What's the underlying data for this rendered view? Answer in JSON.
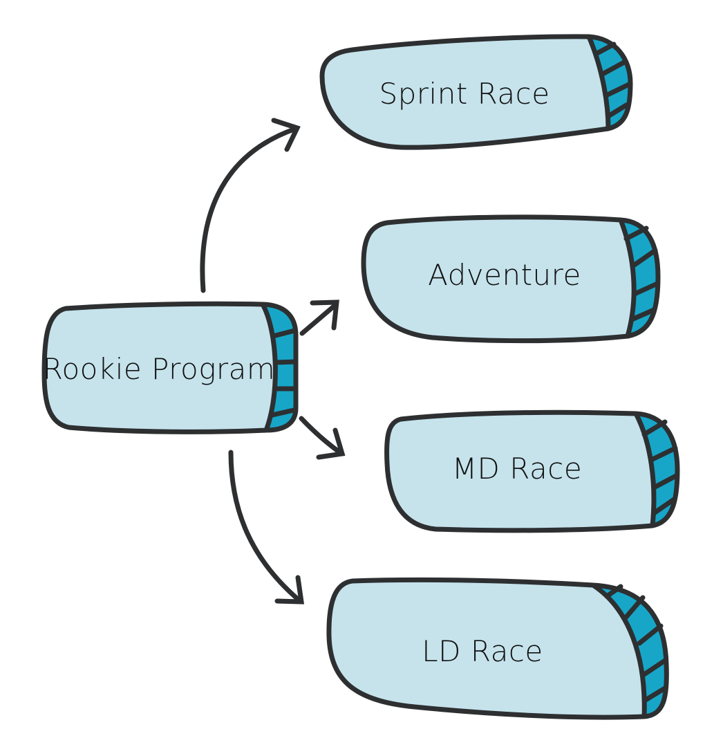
{
  "diagram": {
    "title": "",
    "colors": {
      "box_fill": "#c6e3ec",
      "accent_fill": "#17a6c8",
      "stroke": "#2d2f31",
      "text": "#111111",
      "background": "#ffffff"
    },
    "root": {
      "id": "rookie",
      "label": "Rookie Program"
    },
    "children": [
      {
        "id": "sprint",
        "label": "Sprint Race"
      },
      {
        "id": "adventure",
        "label": "Adventure"
      },
      {
        "id": "md",
        "label": "MD Race"
      },
      {
        "id": "ld",
        "label": "LD Race"
      }
    ],
    "edges": [
      {
        "from": "rookie",
        "to": "sprint"
      },
      {
        "from": "rookie",
        "to": "adventure"
      },
      {
        "from": "rookie",
        "to": "md"
      },
      {
        "from": "rookie",
        "to": "ld"
      }
    ]
  }
}
